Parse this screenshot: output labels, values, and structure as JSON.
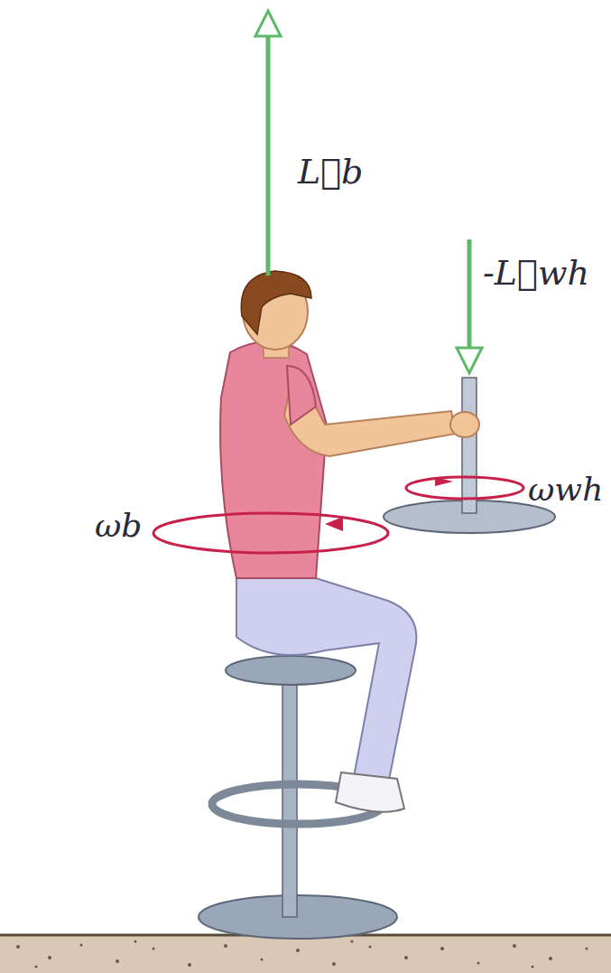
{
  "diagram": {
    "labels": [
      "L⃗b",
      "-L⃗wh",
      "ωwh",
      "ωb"
    ]
  }
}
